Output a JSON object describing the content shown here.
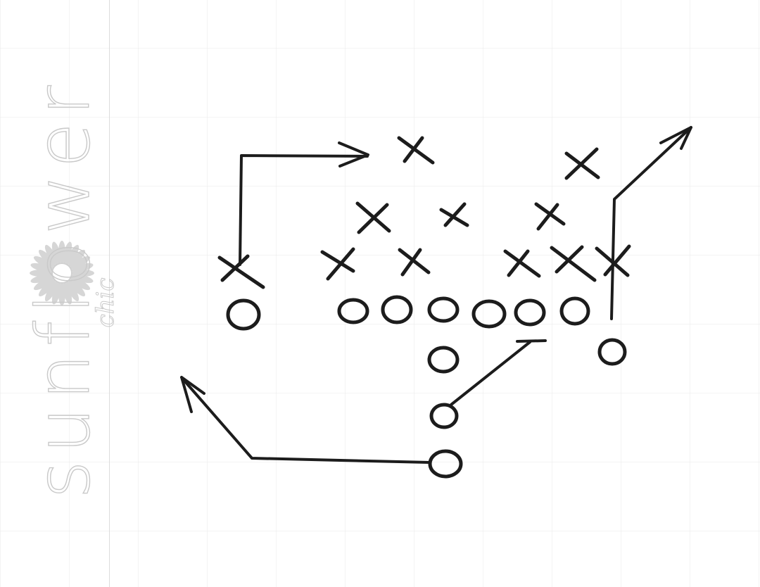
{
  "watermark": {
    "brand": "sunflower",
    "tagline": "chic",
    "mark_icon": "sunflower-icon",
    "color": "#c9c9c9"
  },
  "diagram": {
    "ink_color": "#1c1c1c",
    "grid_color": "#e8e8e8",
    "defense_symbol": "X",
    "offense_symbol": "O",
    "defense_count": 11,
    "offense_count": 11,
    "route_count": 4
  }
}
